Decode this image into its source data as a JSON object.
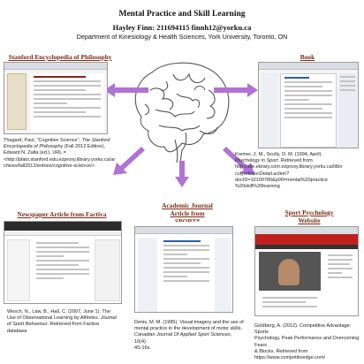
{
  "header": {
    "title": "Mental Practice and Skill Learning",
    "author": "Hayley Finn: 211694115 finnh12@yorku.ca",
    "department": "Department of Kinesiology & Health Sciences, York University, Toronto, ON"
  },
  "sections": {
    "stanford": {
      "title": "Stanford Encyclopedia of Philosophy",
      "ref_l1": "Thagard, Paul, \"Cognitive Science\", ",
      "ref_l1_it": "The Stanford",
      "ref_l2_it": "Encyclopedia of Philosophy",
      "ref_l2": " (Fall 2012 Edition),",
      "ref_l3": "Edward N. Zalta (ed.), URL =",
      "ref_l4": "<http://plato.stanford.edu.ezproxy.library.yorku.ca/ar",
      "ref_l5": "chives/fall2012/entries/cognitive-science/>."
    },
    "book": {
      "title": "Book",
      "ref_l1": "Kremer, J. M., Scully, D. M. (1994, April).",
      "ref_l2_it": "Psychology in Sport",
      "ref_l2": ". Retrieved from",
      "ref_l3": "http://site.ebrary.com.ezproxy.library.yorku.ca/lib/o",
      "ref_l4": "culyork/docDetail.action?",
      "ref_l5": "docID=10100786&p00=mental%20practice",
      "ref_l6": "%20skill%20learning"
    },
    "factiva": {
      "title": "Newspaper Article from Factiva",
      "ref_l1": "Wesch, N., Law, B., Hall, C. (2007, June 1). The",
      "ref_l2": "Use of Observational Learning by Athletes. ",
      "ref_l2_it": "Journal",
      "ref_l3_it": "of Sport Behaviour",
      "ref_l3": ". Retrieved from Factiva",
      "ref_l4": "database"
    },
    "journal": {
      "title_l1": "Academic Journal",
      "title_l2": "Article from",
      "title_l3": "SPORT*",
      "ref_l1": "Denis, M. M. (1985). Visual imagery and the use of",
      "ref_l2": "mental practice in the development of motor skills.",
      "ref_l3_it": "Canadian Journal Of Applied Sport Sciences",
      "ref_l3": ", 10(4).",
      "ref_l4": "4S-16s."
    },
    "website": {
      "title_l1": "Sport Psychology",
      "title_l2": "Website",
      "ref_l1": "Goldberg, A. (2012). Competitive Advantage:  Sports",
      "ref_l2": "Psychology, Peak Performance and Overcoming Fears",
      "ref_l3": "& Blocks.  Retrieved from",
      "ref_l4": "https://www.competitivedge.com/"
    }
  },
  "colors": {
    "arrow": "#b072d6",
    "section_title": "#7a2a12",
    "website_red": "#c0201c",
    "factiva_dark": "#2b2b2b"
  },
  "icons": [
    "brain-illustration"
  ]
}
